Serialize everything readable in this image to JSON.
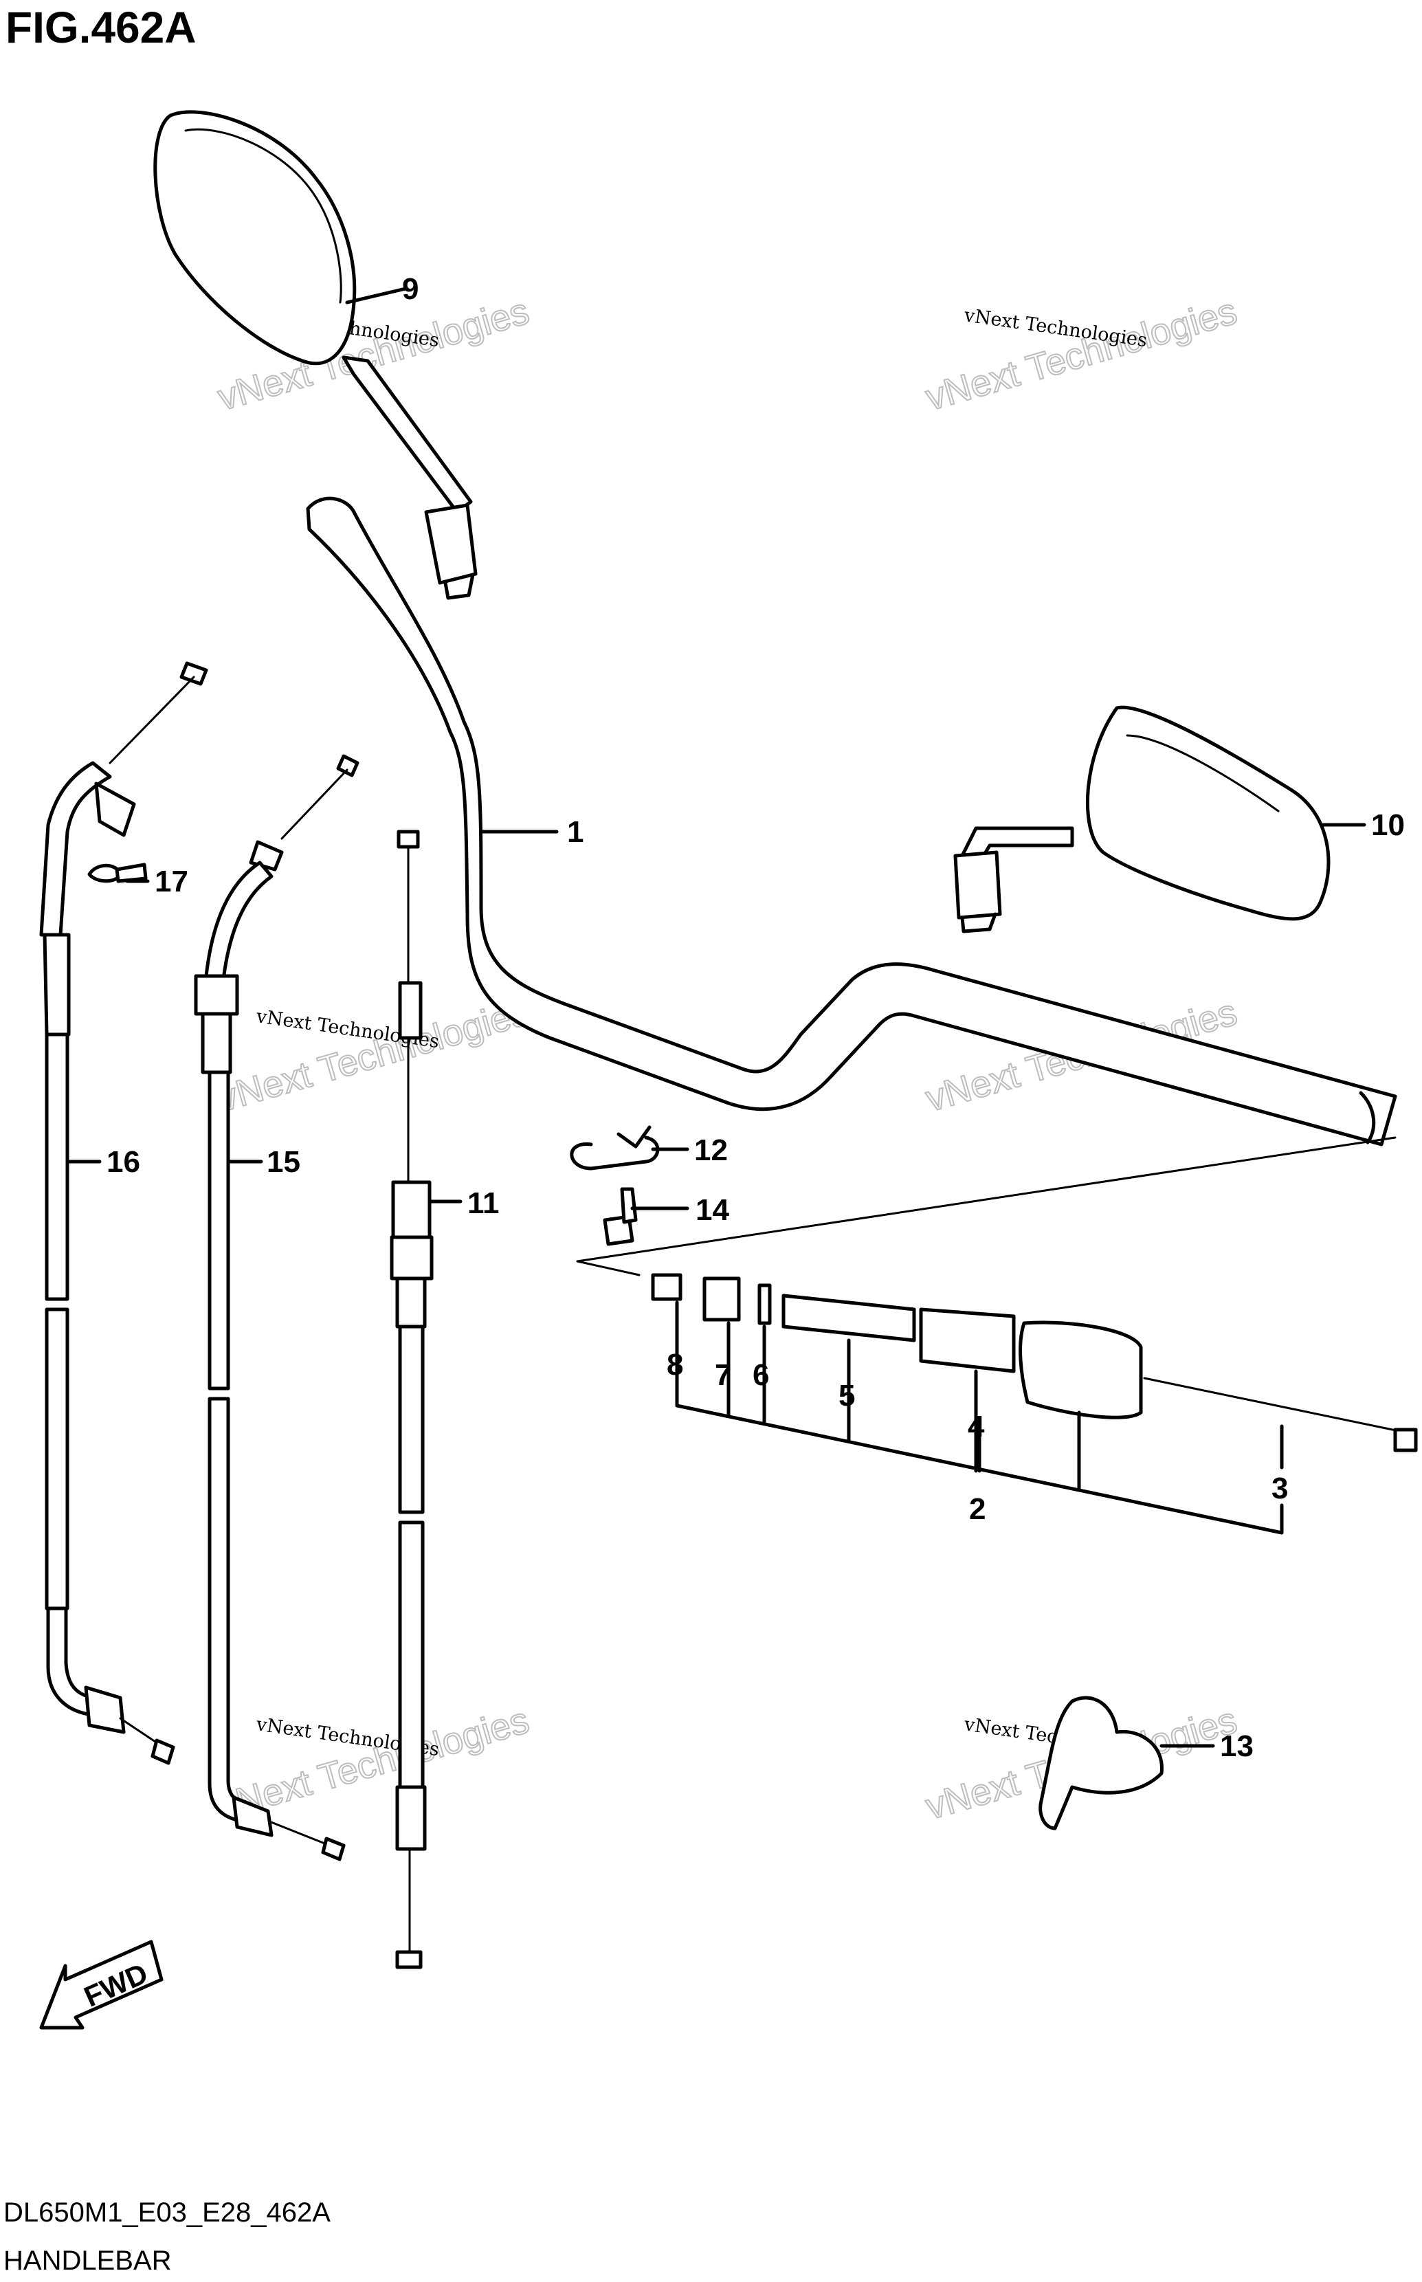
{
  "figure": {
    "title": "FIG.462A",
    "code": "DL650M1_E03_E28_462A",
    "name": "HANDLEBAR"
  },
  "watermarks": [
    {
      "small": "vNext Technologies",
      "big": "vNext Technologies"
    },
    {
      "small": "vNext Technologies",
      "big": "vNext Technologies"
    },
    {
      "small": "vNext Technologies",
      "big": "vNext Technologies"
    },
    {
      "small": "vNext Technologies",
      "big": "vNext Technologies"
    },
    {
      "small": "vNext Technologies",
      "big": "vNext Technologies"
    },
    {
      "small": "vNext Technologies",
      "big": "vNext Technologies"
    }
  ],
  "callouts": [
    "1",
    "2",
    "3",
    "4",
    "5",
    "6",
    "7",
    "8",
    "9",
    "10",
    "11",
    "12",
    "13",
    "14",
    "15",
    "16",
    "17"
  ],
  "direction_arrow": "FWD"
}
